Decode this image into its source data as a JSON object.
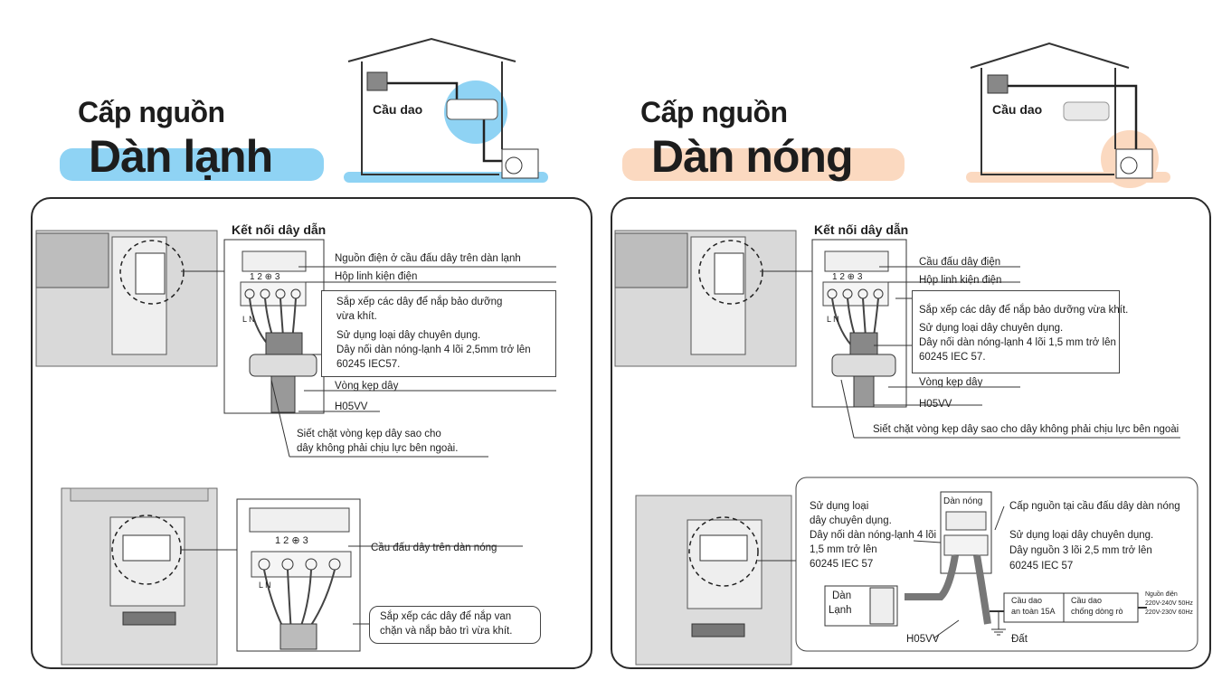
{
  "left": {
    "title_top": "Cấp nguồn",
    "title_main": "Dàn lạnh",
    "house_label": "Cầu dao",
    "accent": "#8fd3f4",
    "heading": "Kết nối dây dẫn",
    "terminal_numbers": "1 2 ⊕ 3",
    "indoor_labels": {
      "l1": "Nguồn điện ở cầu đấu dây trên dàn lạnh",
      "l2": "Hộp linh kiện điện",
      "l3a": "Sắp xếp các dây để nắp bảo dưỡng",
      "l3b": "vừa khít.",
      "l4a": "Sử dụng loại dây chuyên dụng.",
      "l4b": "Dây nối dàn nóng-lạnh 4 lõi 2,5mm trở lên",
      "l4c": "60245 IEC57.",
      "l5": "Vòng kẹp dây",
      "l6": "H05VV",
      "l7a": "Siết chặt vòng kẹp dây sao cho",
      "l7b": "dây không phải chịu lực bên ngoài.",
      "ln": "L N"
    },
    "outdoor_labels": {
      "l1": "Cầu đấu dây trên dàn nóng",
      "l2a": "Sắp xếp các dây để nắp van",
      "l2b": "chặn và nắp bảo trì vừa khít.",
      "ln": "L N"
    }
  },
  "right": {
    "title_top": "Cấp nguồn",
    "title_main": "Dàn nóng",
    "house_label": "Cầu dao",
    "accent": "#fbd9c0",
    "heading": "Kết nối dây dẫn",
    "terminal_numbers": "1 2 ⊕ 3",
    "indoor_labels": {
      "l1": "Cầu đấu dây điện",
      "l2": "Hộp linh kiện điện",
      "l3": "Sắp xếp các dây để nắp bảo dưỡng vừa khít.",
      "l4a": "Sử dụng loại dây chuyên dụng.",
      "l4b": "Dây nối dàn nóng-lạnh 4 lõi 1,5 mm trở lên",
      "l4c": "60245 IEC 57.",
      "l5": "Vòng kẹp dây",
      "l6": "H05VV",
      "l7": "Siết chặt vòng kẹp dây sao cho dây không phải chịu lực bên ngoài",
      "ln": "L N"
    },
    "outdoor_labels": {
      "a1": "Sử dụng loại",
      "a2": "dây chuyên dụng.",
      "a3": "Dây nối dàn nóng-lạnh 4 lõi",
      "a4": "1,5 mm trở lên",
      "a5": "60245 IEC 57",
      "unit": "Dàn nóng",
      "b1": "Cấp nguồn tại cầu đấu dây dàn nóng",
      "b2": "Sử dụng loại dây chuyên dụng.",
      "b3": "Dây nguồn 3 lõi 2,5 mm trở lên",
      "b4": "60245 IEC 57",
      "dan": "Dàn",
      "lanh": "Lạnh",
      "h05vv": "H05VV",
      "breaker1a": "Cầu dao",
      "breaker1b": "an toàn 15A",
      "breaker2a": "Cầu dao",
      "breaker2b": "chống dòng rò",
      "power1": "Nguồn điện",
      "power2": "220V-240V 50Hz",
      "power3": "220V-230V 60Hz",
      "ground": "Đất"
    }
  }
}
